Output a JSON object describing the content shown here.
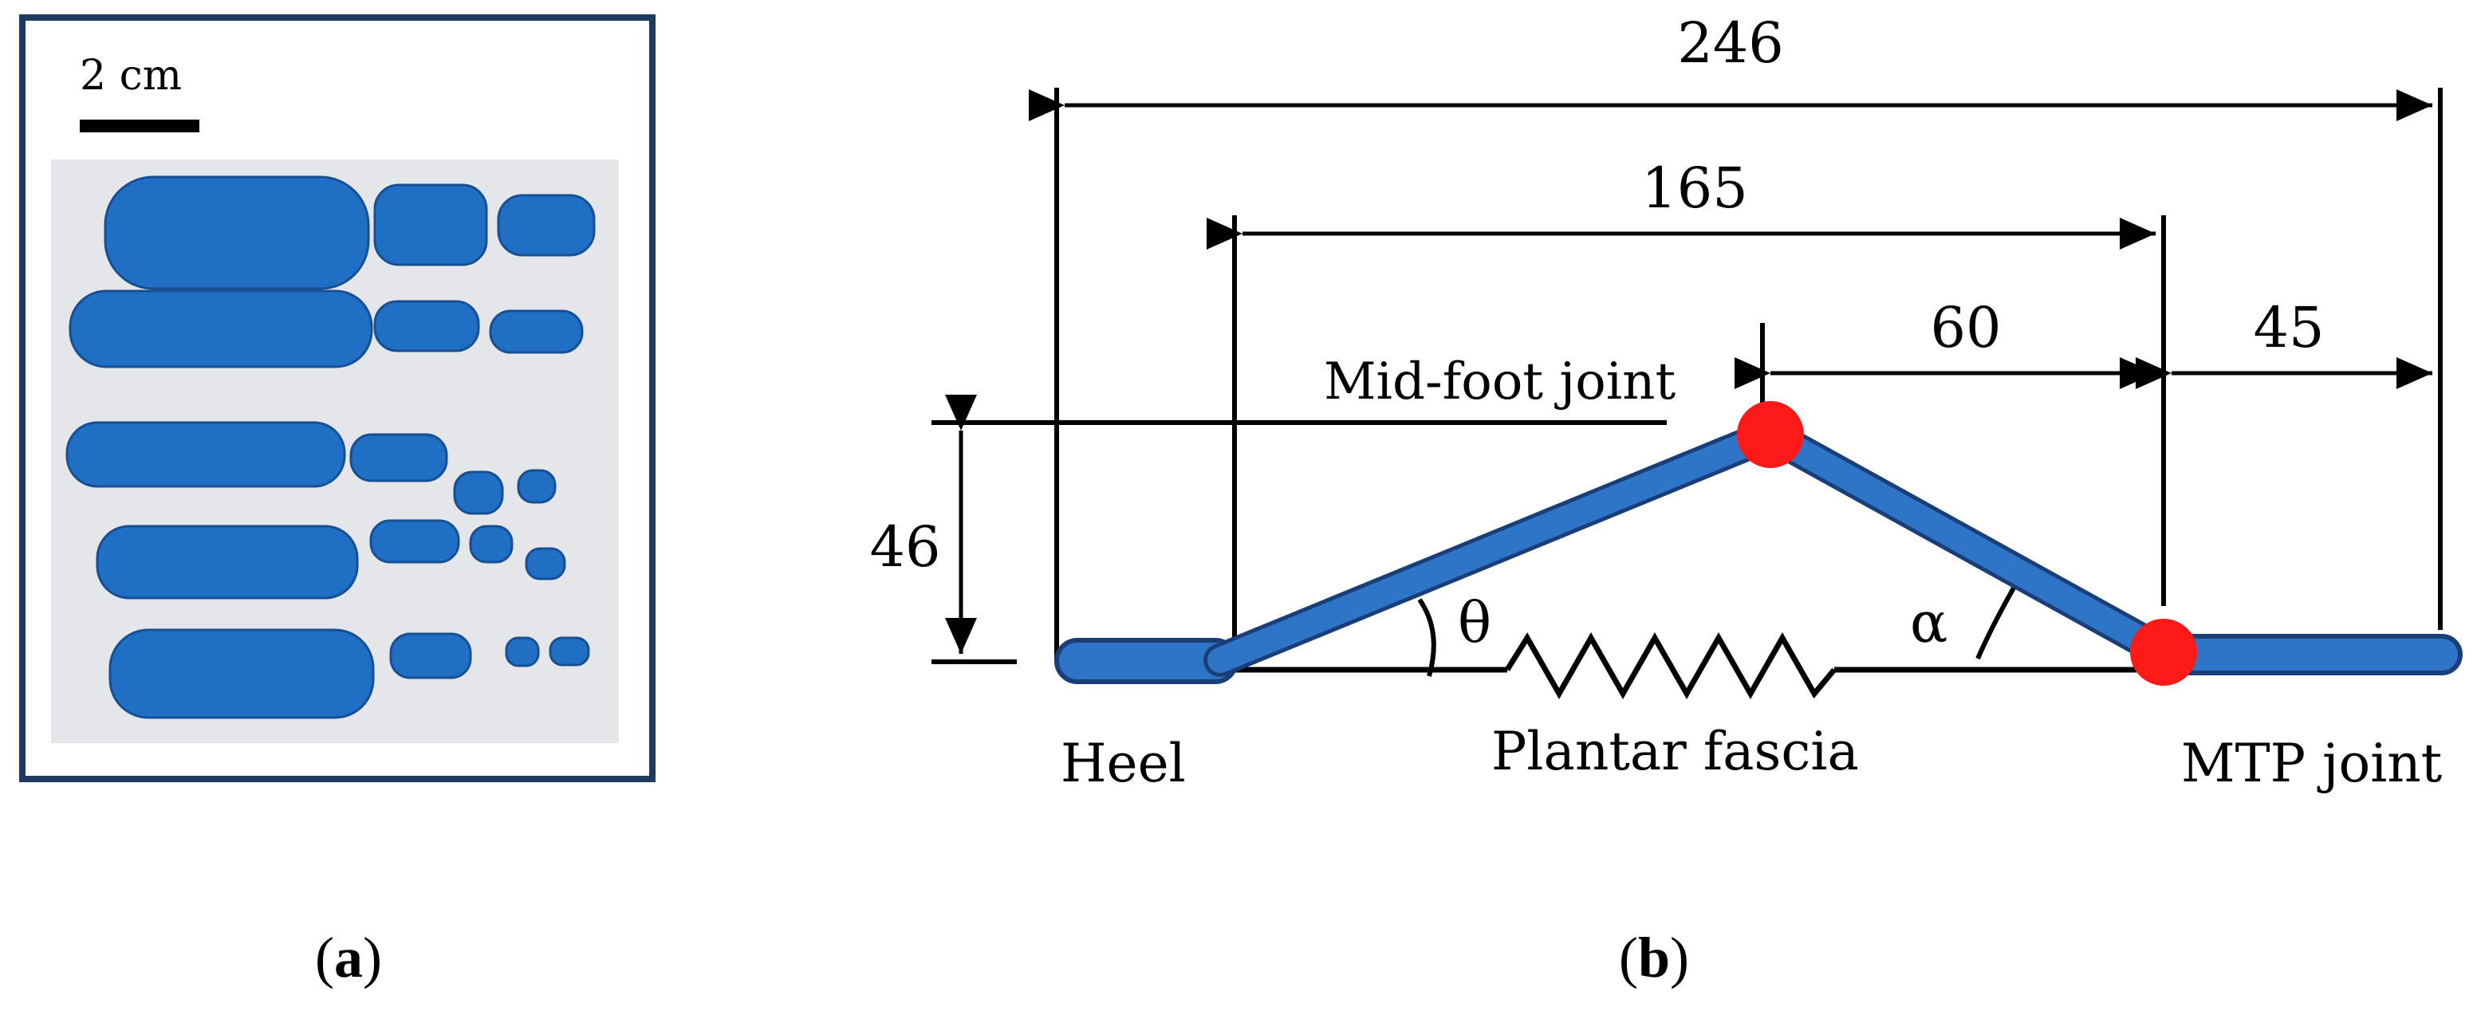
{
  "panel_a": {
    "scale_bar_label": "2 cm",
    "caption_letter": "a",
    "bones_color": "#1f6fc4",
    "frame_color": "#1f3a5f"
  },
  "panel_b": {
    "caption_letter": "b",
    "dimensions": {
      "total": "246",
      "heel_to_mtp": "165",
      "mid_to_mtp": "60",
      "mtp_to_toe": "45",
      "height": "46"
    },
    "labels": {
      "mid_foot": "Mid-foot joint",
      "heel": "Heel",
      "plantar": "Plantar fascia",
      "mtp": "MTP joint",
      "theta": "θ",
      "alpha": "α"
    },
    "colors": {
      "segment_fill": "#2e75c8",
      "segment_stroke": "#1a3f78",
      "joint": "#ff1a1a"
    }
  }
}
